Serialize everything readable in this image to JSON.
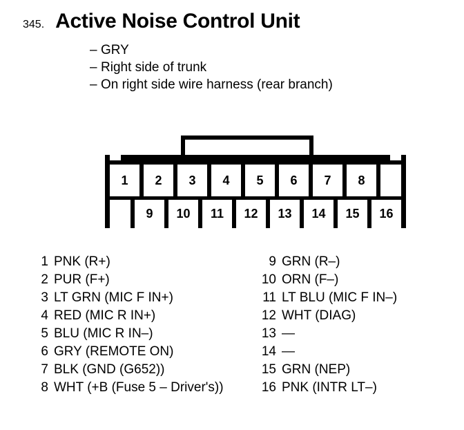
{
  "header": {
    "number": "345.",
    "title": "Active Noise Control Unit",
    "details": [
      {
        "dash": "–",
        "text": "GRY"
      },
      {
        "dash": "–",
        "text": "Right side of trunk"
      },
      {
        "dash": "–",
        "text": "On right side wire harness (rear branch)"
      }
    ]
  },
  "connector": {
    "top_row": [
      {
        "label": "1",
        "blank": false
      },
      {
        "label": "2",
        "blank": false
      },
      {
        "label": "3",
        "blank": false
      },
      {
        "label": "4",
        "blank": false
      },
      {
        "label": "5",
        "blank": false
      },
      {
        "label": "6",
        "blank": false
      },
      {
        "label": "7",
        "blank": false
      },
      {
        "label": "8",
        "blank": false
      },
      {
        "label": "",
        "blank": true
      }
    ],
    "bottom_row": [
      {
        "label": "",
        "blank": true
      },
      {
        "label": "9",
        "blank": false
      },
      {
        "label": "10",
        "blank": false
      },
      {
        "label": "11",
        "blank": false
      },
      {
        "label": "12",
        "blank": false
      },
      {
        "label": "13",
        "blank": false
      },
      {
        "label": "14",
        "blank": false
      },
      {
        "label": "15",
        "blank": false
      },
      {
        "label": "16",
        "blank": false
      }
    ]
  },
  "legend": {
    "left": [
      {
        "num": "1",
        "label": "PNK (R+)"
      },
      {
        "num": "2",
        "label": "PUR (F+)"
      },
      {
        "num": "3",
        "label": "LT GRN (MIC F IN+)"
      },
      {
        "num": "4",
        "label": "RED (MIC R IN+)"
      },
      {
        "num": "5",
        "label": "BLU (MIC R IN–)"
      },
      {
        "num": "6",
        "label": "GRY (REMOTE ON)"
      },
      {
        "num": "7",
        "label": "BLK (GND (G652))"
      },
      {
        "num": "8",
        "label": "WHT (+B (Fuse 5 – Driver's))"
      }
    ],
    "right": [
      {
        "num": "9",
        "label": "GRN (R–)"
      },
      {
        "num": "10",
        "label": "ORN (F–)"
      },
      {
        "num": "11",
        "label": "LT BLU (MIC F IN–)"
      },
      {
        "num": "12",
        "label": "WHT (DIAG)"
      },
      {
        "num": "13",
        "label": "—"
      },
      {
        "num": "14",
        "label": "—"
      },
      {
        "num": "15",
        "label": "GRN (NEP)"
      },
      {
        "num": "16",
        "label": "PNK (INTR LT–)"
      }
    ]
  },
  "colors": {
    "ink": "#000000",
    "background": "#ffffff"
  }
}
